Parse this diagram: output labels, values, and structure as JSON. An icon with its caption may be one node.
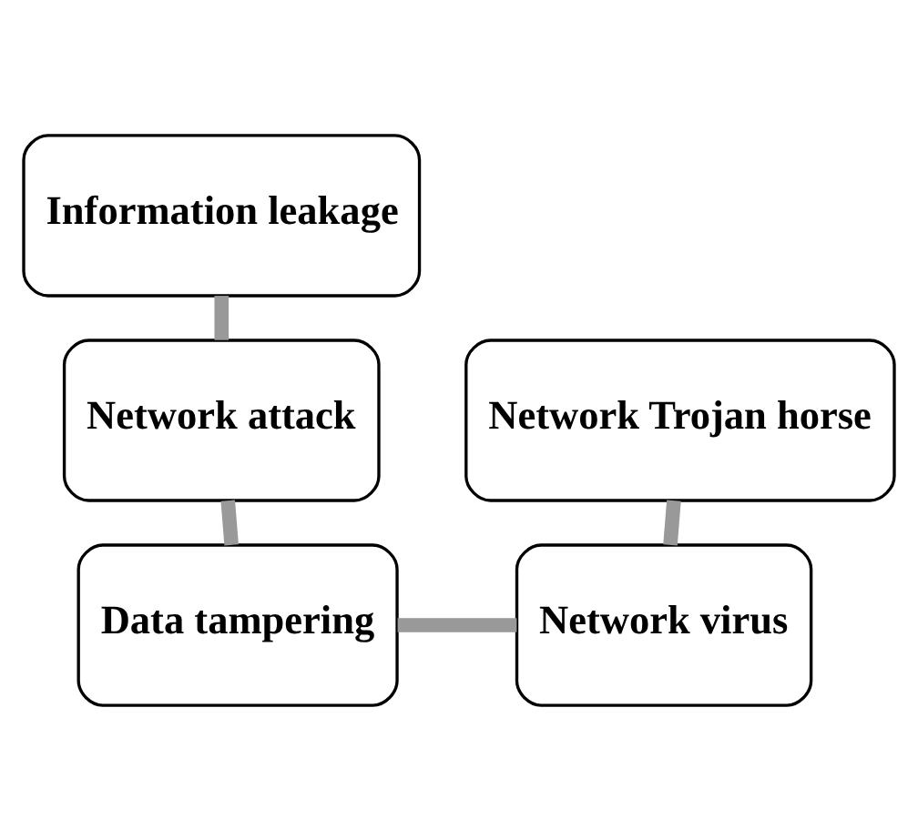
{
  "diagram": {
    "nodes": [
      {
        "text": [
          "Information leakage"
        ]
      },
      {
        "text": [
          "Network attack"
        ]
      },
      {
        "text": [
          "Network Trojan horse"
        ]
      },
      {
        "text": [
          "Data tampering"
        ]
      },
      {
        "text": [
          "Network virus"
        ]
      }
    ],
    "edges": [
      {
        "from": 0,
        "to": 1,
        "arrow": "none"
      },
      {
        "from": 1,
        "to": 3,
        "arrow": "none"
      },
      {
        "from": 3,
        "to": 4,
        "arrow": "none"
      },
      {
        "from": 2,
        "to": 4,
        "arrow": "none"
      }
    ]
  }
}
